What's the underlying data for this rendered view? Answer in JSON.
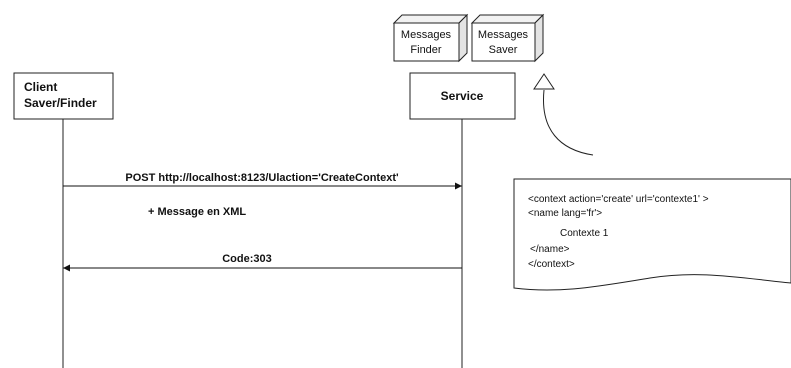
{
  "participants": {
    "client": {
      "line1": "Client",
      "line2": "Saver/Finder"
    },
    "service": {
      "label": "Service"
    },
    "finder": {
      "line1": "Messages",
      "line2": "Finder"
    },
    "saver": {
      "line1": "Messages",
      "line2": "Saver"
    }
  },
  "messages": {
    "request": "POST http://localhost:8123/Ulaction='CreateContext'",
    "request_note": "+ Message en XML",
    "response": "Code:303"
  },
  "note": {
    "lines": [
      "<context action='create' url='contexte1' >",
      "<name lang='fr'>",
      "Contexte 1",
      "</name>",
      "</context>"
    ]
  }
}
